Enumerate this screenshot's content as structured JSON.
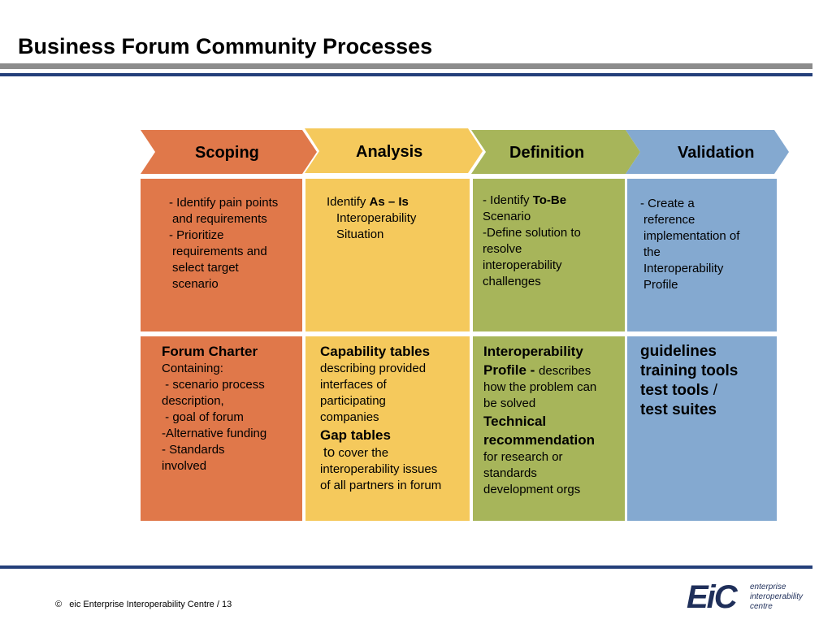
{
  "slide": {
    "title": "Business Forum Community Processes",
    "footer": "©   eic Enterprise Interoperability Centre / 13"
  },
  "logo": {
    "mark": "EiC",
    "line1": "enterprise",
    "line2": "interoperability",
    "line3": "centre"
  },
  "colors": {
    "scoping": "#e0784a",
    "analysis": "#f5c95c",
    "definition": "#a7b55a",
    "validation": "#84a9d0",
    "rule_blue": "#243f7a",
    "rule_grey": "#8c8c8c"
  },
  "phases": [
    {
      "label": "Scoping"
    },
    {
      "label": "Analysis"
    },
    {
      "label": "Definition"
    },
    {
      "label": "Validation"
    }
  ],
  "tasks": {
    "scoping": {
      "line1": "- Identify pain points",
      "line2": "and requirements",
      "line3": "- Prioritize",
      "line4": "requirements and",
      "line5": "select target",
      "line6": "scenario"
    },
    "analysis": {
      "prefix": "Identify ",
      "bold": "As – Is",
      "line2": "Interoperability",
      "line3": "Situation"
    },
    "definition": {
      "prefix": "- Identify ",
      "bold": "To-Be",
      "line2": "Scenario",
      "line3": "-Define solution to",
      "line4": "resolve",
      "line5": "interoperability",
      "line6": "challenges"
    },
    "validation": {
      "line1": "- Create a",
      "line2": "reference",
      "line3": "implementation of",
      "line4": "the",
      "line5": "Interoperability",
      "line6": "Profile"
    }
  },
  "outputs": {
    "scoping": {
      "heading": "Forum Charter",
      "line1": "Containing:",
      "line2": " - scenario process",
      "line3": "description,",
      "line4": " - goal of forum",
      "line5": "-Alternative funding",
      "line6": "- Standards",
      "line7": "involved"
    },
    "analysis": {
      "heading1": "Capability tables",
      "line1": "describing provided",
      "line2": "interfaces of",
      "line3": "participating",
      "line4": "companies",
      "heading2": "Gap tables",
      "to": "to",
      "line5": " cover the",
      "line6": "interoperability issues",
      "line7": "of all partners in forum"
    },
    "definition": {
      "heading1a": "Interoperability",
      "heading1b": "Profile - ",
      "line1": "describes",
      "line2": "how the problem can",
      "line3": "be solved",
      "heading2a": "Technical",
      "heading2b": "recommendation",
      "line4": "for research or",
      "line5": "standards",
      "line6": "development orgs"
    },
    "validation": {
      "line1": "guidelines",
      "line2": "training tools",
      "line3": "test tools",
      "slash": " /",
      "line4": "test suites"
    }
  }
}
